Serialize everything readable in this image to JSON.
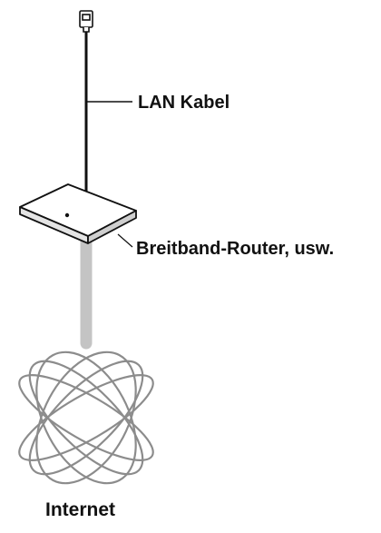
{
  "labels": {
    "lan_cable": "LAN Kabel",
    "router": "Breitband-Router, usw.",
    "internet": "Internet"
  },
  "icons": {
    "connector": "lan-connector-icon",
    "router": "router-icon",
    "internet": "internet-globe-icon"
  },
  "colors": {
    "line": "#111111",
    "broadband_link": "#c4c4c4",
    "globe_lines": "#8c8c8c"
  }
}
